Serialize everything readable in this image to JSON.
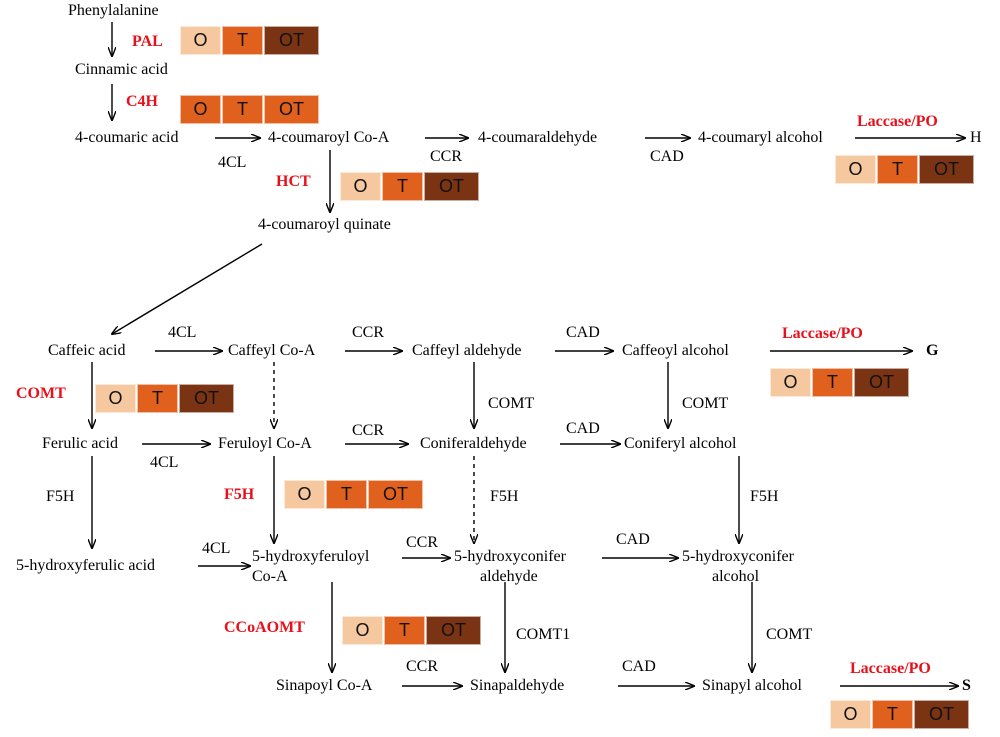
{
  "colors": {
    "O": "#f6c8a0",
    "T": "#e0601e",
    "OT": "#7a3414",
    "enzyme": "#e8101a"
  },
  "compounds": {
    "phenylalanine": "Phenylalanine",
    "cinnamic_acid": "Cinnamic acid",
    "coumaric_acid": "4-coumaric acid",
    "coumaroyl_coa": "4-coumaroyl Co-A",
    "coumaraldehyde": "4-coumaraldehyde",
    "coumaryl_alcohol": "4-coumaryl alcohol",
    "h_unit": "H",
    "coumaroyl_quinate": "4-coumaroyl quinate",
    "caffeic_acid": "Caffeic acid",
    "caffeyl_coa": "Caffeyl Co-A",
    "caffeyl_aldehyde": "Caffeyl aldehyde",
    "caffeoyl_alcohol": "Caffeoyl alcohol",
    "g_unit": "G",
    "ferulic_acid": "Ferulic acid",
    "feruloyl_coa": "Feruloyl Co-A",
    "coniferaldehyde": "Coniferaldehyde",
    "coniferyl_alcohol": "Coniferyl alcohol",
    "hydroxyferulic_acid": "5-hydroxyferulic acid",
    "hydroxyferuloyl_coa_1": "5-hydroxyferuloyl",
    "hydroxyferuloyl_coa_2": "Co-A",
    "hydroxyconifer_aldehyde_1": "5-hydroxyconifer",
    "hydroxyconifer_aldehyde_2": "aldehyde",
    "hydroxyconifer_alcohol_1": "5-hydroxyconifer",
    "hydroxyconifer_alcohol_2": "alcohol",
    "sinapoyl_coa": "Sinapoyl Co-A",
    "sinapaldehyde": "Sinapaldehyde",
    "sinapyl_alcohol": "Sinapyl alcohol",
    "s_unit": "S"
  },
  "enzymes_plain": {
    "cl4_1": "4CL",
    "ccr_1": "CCR",
    "cad_1": "CAD",
    "cl4_2": "4CL",
    "ccr_2": "CCR",
    "cad_2": "CAD",
    "comt_a": "COMT",
    "comt_b": "COMT",
    "ccr_3": "CCR",
    "cad_3": "CAD",
    "cl4_3": "4CL",
    "f5h_a": "F5H",
    "f5h_b": "F5H",
    "f5h_c": "F5H",
    "cl4_4": "4CL",
    "ccr_4": "CCR",
    "cad_4": "CAD",
    "comt1": "COMT1",
    "comt_c": "COMT",
    "ccr_5": "CCR",
    "cad_5": "CAD"
  },
  "enzymes_highlight": {
    "pal": "PAL",
    "c4h": "C4H",
    "hct": "HCT",
    "laccase_h": "Laccase/PO",
    "comt": "COMT",
    "laccase_g": "Laccase/PO",
    "f5h": "F5H",
    "ccoaomt": "CCoAOMT",
    "laccase_s": "Laccase/PO"
  },
  "tissue_labels": [
    "O",
    "T",
    "OT"
  ]
}
